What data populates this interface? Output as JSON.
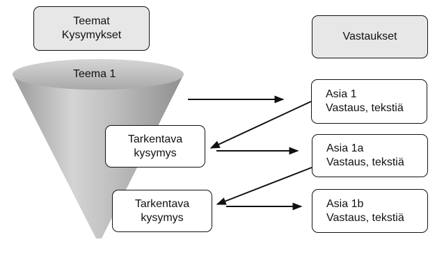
{
  "left_header": {
    "line1": "Teemat",
    "line2": "Kysymykset"
  },
  "right_header": {
    "label": "Vastaukset"
  },
  "funnel": {
    "label": "Teema 1"
  },
  "questions": [
    {
      "line1": "Tarkentava",
      "line2": "kysymys"
    },
    {
      "line1": "Tarkentava",
      "line2": "kysymys"
    }
  ],
  "answers": [
    {
      "line1": "Asia 1",
      "line2": "Vastaus, tekstiä"
    },
    {
      "line1": "Asia 1a",
      "line2": "Vastaus, tekstiä"
    },
    {
      "line1": "Asia 1b",
      "line2": "Vastaus, tekstiä"
    }
  ],
  "colors": {
    "header_fill": "#e7e7e7",
    "funnel_fill": "#b9b9b9",
    "stroke": "#111111"
  }
}
